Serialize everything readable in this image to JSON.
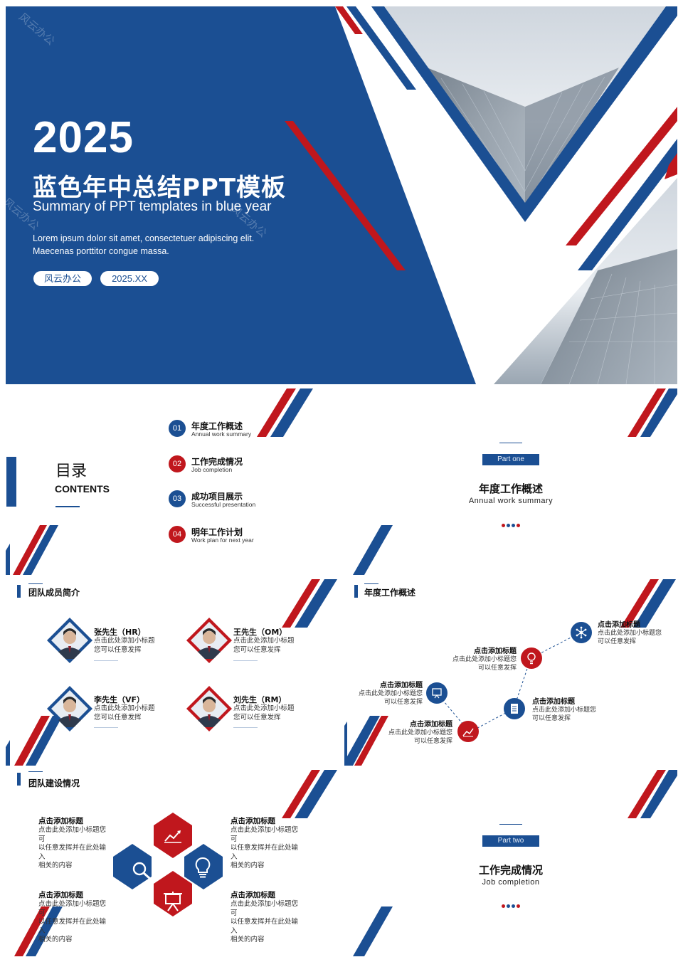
{
  "cover": {
    "year": "2025",
    "title": "蓝色年中总结PPT模板",
    "subtitle": "Summary of PPT templates in blue year",
    "lorem_line1": "Lorem ipsum dolor sit amet, consectetuer adipiscing elit.",
    "lorem_line2": "Maecenas porttitor congue massa.",
    "author_pill": "风云办公",
    "date_pill": "2025.XX",
    "watermark": "风云办公"
  },
  "contents": {
    "title_zh": "目录",
    "title_en": "CONTENTS",
    "items": [
      {
        "num": "01",
        "zh": "年度工作概述",
        "en": "Annual work summary"
      },
      {
        "num": "02",
        "zh": "工作完成情况",
        "en": "Job completion"
      },
      {
        "num": "03",
        "zh": "成功项目展示",
        "en": "Successful presentation"
      },
      {
        "num": "04",
        "zh": "明年工作计划",
        "en": "Work plan for next year"
      }
    ]
  },
  "part_one": {
    "tag": "Part one",
    "zh": "年度工作概述",
    "en": "Annual work summary"
  },
  "part_two": {
    "tag": "Part two",
    "zh": "工作完成情况",
    "en": "Job completion"
  },
  "team": {
    "title": "团队成员简介",
    "members": [
      {
        "name": "张先生（HR）",
        "desc1": "点击此处添加小标题",
        "desc2": "您可以任意发挥"
      },
      {
        "name": "王先生（OM）",
        "desc1": "点击此处添加小标题",
        "desc2": "您可以任意发挥"
      },
      {
        "name": "李先生（VF）",
        "desc1": "点击此处添加小标题",
        "desc2": "您可以任意发挥"
      },
      {
        "name": "刘先生（RM）",
        "desc1": "点击此处添加小标题",
        "desc2": "您可以任意发挥"
      }
    ]
  },
  "annual": {
    "title": "年度工作概述",
    "nodes": [
      {
        "title": "点击添加标题",
        "desc1": "点击此处添加小标题您",
        "desc2": "可以任意发挥"
      },
      {
        "title": "点击添加标题",
        "desc1": "点击此处添加小标题您",
        "desc2": "可以任意发挥"
      },
      {
        "title": "点击添加标题",
        "desc1": "点击此处添加小标题您",
        "desc2": "可以任意发挥"
      },
      {
        "title": "点击添加标题",
        "desc1": "点击此处添加小标题您",
        "desc2": "可以任意发挥"
      },
      {
        "title": "点击添加标题",
        "desc1": "点击此处添加小标题您",
        "desc2": "可以任意发挥"
      }
    ]
  },
  "build": {
    "title": "团队建设情况",
    "items": [
      {
        "title": "点击添加标题",
        "desc1": "点击此处添加小标题您可",
        "desc2": "以任意发挥并在此处输入",
        "desc3": "相关的内容"
      },
      {
        "title": "点击添加标题",
        "desc1": "点击此处添加小标题您可",
        "desc2": "以任意发挥并在此处输入",
        "desc3": "相关的内容"
      },
      {
        "title": "点击添加标题",
        "desc1": "点击此处添加小标题您可",
        "desc2": "以任意发挥并在此处输入",
        "desc3": "相关的内容"
      },
      {
        "title": "点击添加标题",
        "desc1": "点击此处添加小标题您可",
        "desc2": "以任意发挥并在此处输入",
        "desc3": "相关的内容"
      }
    ]
  },
  "colors": {
    "blue": "#1b4f93",
    "red": "#c0171d"
  }
}
